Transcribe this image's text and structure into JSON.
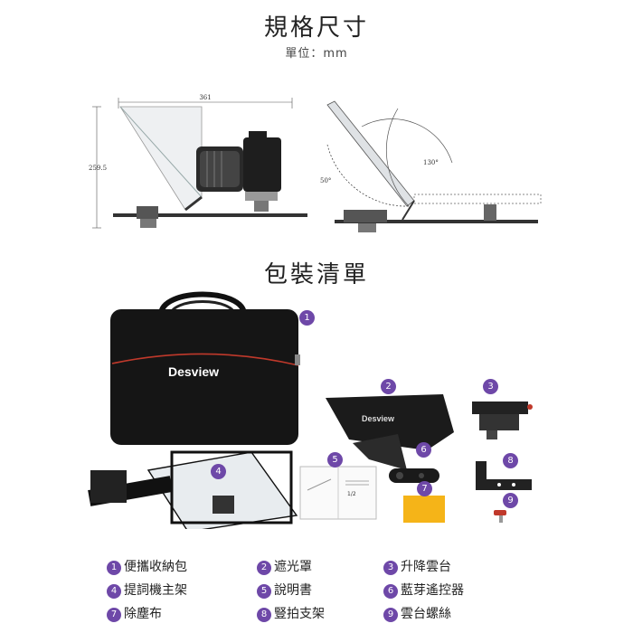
{
  "spec": {
    "title": "規格尺寸",
    "unit": "單位：mm"
  },
  "dimensions": {
    "width": "361",
    "height": "259.5",
    "angle_low": "50°",
    "angle_high": "130°"
  },
  "packing": {
    "title": "包裝清單"
  },
  "bag": {
    "brand": "Desview"
  },
  "hood": {
    "brand": "Desview"
  },
  "manual": {
    "page_label": "1/2"
  },
  "badges": [
    "1",
    "2",
    "3",
    "4",
    "5",
    "6",
    "7",
    "8",
    "9"
  ],
  "legend": [
    {
      "num": "1",
      "label": "便攜收納包"
    },
    {
      "num": "2",
      "label": "遮光罩"
    },
    {
      "num": "3",
      "label": "升降雲台"
    },
    {
      "num": "4",
      "label": "提詞機主架"
    },
    {
      "num": "5",
      "label": "說明書"
    },
    {
      "num": "6",
      "label": "藍芽遙控器"
    },
    {
      "num": "7",
      "label": "除塵布"
    },
    {
      "num": "8",
      "label": "豎拍支架"
    },
    {
      "num": "9",
      "label": "雲台螺絲"
    }
  ],
  "colors": {
    "badge": "#6e48a8",
    "accent_red": "#c0392b",
    "cloth_yellow": "#f5b418"
  }
}
